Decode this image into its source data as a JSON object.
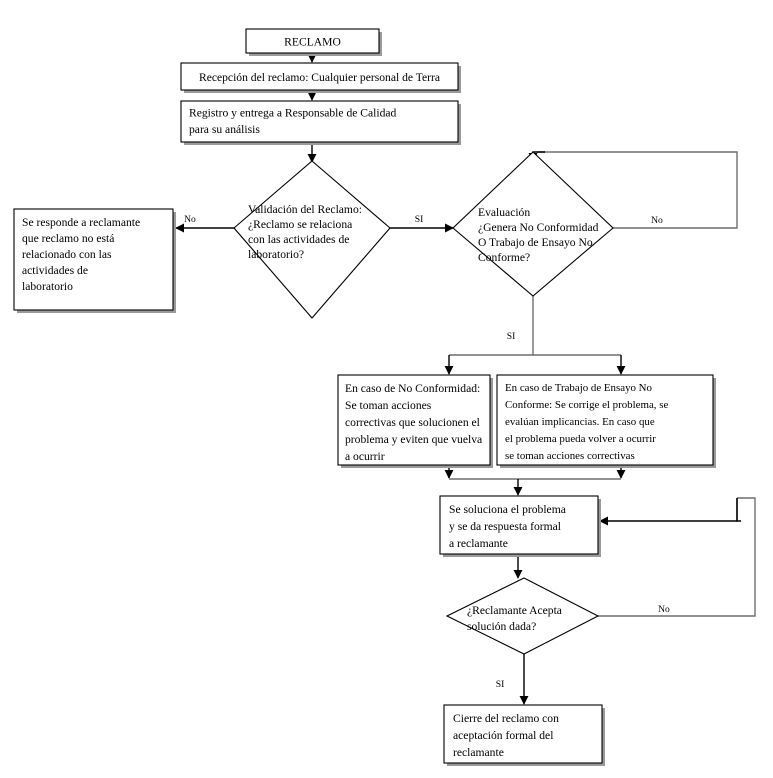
{
  "diagram": {
    "title": "RECLAMO",
    "language": "es",
    "type": "flowchart",
    "nodes": [
      {
        "id": "start",
        "shape": "box",
        "lines": [
          "RECLAMO"
        ]
      },
      {
        "id": "recepcion",
        "shape": "box",
        "lines": [
          "Recepción del reclamo: Cualquier personal de Terra"
        ]
      },
      {
        "id": "registro",
        "shape": "box",
        "lines": [
          "Registro y entrega a Responsable de Calidad",
          "para su análisis"
        ]
      },
      {
        "id": "validacion",
        "shape": "diamond",
        "lines": [
          "Validación del Reclamo:",
          "¿Reclamo se relaciona",
          "con las actividades de",
          "laboratorio?"
        ]
      },
      {
        "id": "respuesta-no-relacionado",
        "shape": "box",
        "lines": [
          "Se responde a reclamante",
          "que reclamo no está",
          "relacionado con las",
          "actividades de",
          "laboratorio"
        ]
      },
      {
        "id": "evaluacion",
        "shape": "diamond",
        "lines": [
          "Evaluación",
          "¿Genera No Conformidad",
          "O Trabajo de Ensayo No",
          "Conforme?"
        ]
      },
      {
        "id": "no-conformidad",
        "shape": "box",
        "lines": [
          "En caso de No Conformidad:",
          "Se toman acciones",
          "correctivas que solucionen el",
          "problema y eviten que vuelva",
          "a ocurrir"
        ]
      },
      {
        "id": "trabajo-ensayo-no-conforme",
        "shape": "box",
        "lines": [
          "En caso de Trabajo de Ensayo No",
          "Conforme: Se corrige el problema, se",
          "evalúan implicancias. En caso que",
          "el problema pueda volver a ocurrir",
          "se toman acciones correctivas"
        ]
      },
      {
        "id": "soluciona",
        "shape": "box",
        "lines": [
          "Se soluciona el problema",
          "y se da respuesta formal",
          "a reclamante"
        ]
      },
      {
        "id": "acepta",
        "shape": "diamond",
        "lines": [
          "¿Reclamante Acepta",
          "solución dada?"
        ]
      },
      {
        "id": "cierre",
        "shape": "box",
        "lines": [
          "Cierre del reclamo con",
          "aceptación formal del",
          "reclamante"
        ]
      }
    ],
    "edge_labels": {
      "validacion_no": "No",
      "validacion_si": "SI",
      "evaluacion_no": "No",
      "evaluacion_si": "SI",
      "acepta_no": "No",
      "acepta_si": "SI"
    },
    "colors": {
      "stroke": "#000000",
      "fill": "#ffffff",
      "shadow": "#9a9a9a",
      "loop_stroke": "#6f6f6f"
    }
  }
}
